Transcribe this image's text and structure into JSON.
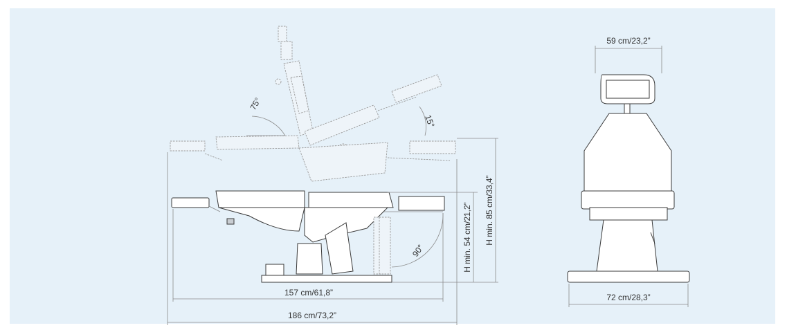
{
  "dimensions": {
    "top_width": "59 cm/23,2”",
    "base_width": "72 cm/28,3”",
    "inner_length": "157 cm/61,8”",
    "total_length": "186 cm/73,2”",
    "seat_height": "H min. 54 cm/21,2”",
    "total_height": "H min. 85 cm/33,4”"
  },
  "angles": {
    "backrest": "75°",
    "legrest": "15°",
    "footrest": "90°"
  },
  "colors": {
    "background": "#e6f1f9",
    "outline": "#3a3a3a",
    "ghost_outline": "#9a9a9a"
  }
}
